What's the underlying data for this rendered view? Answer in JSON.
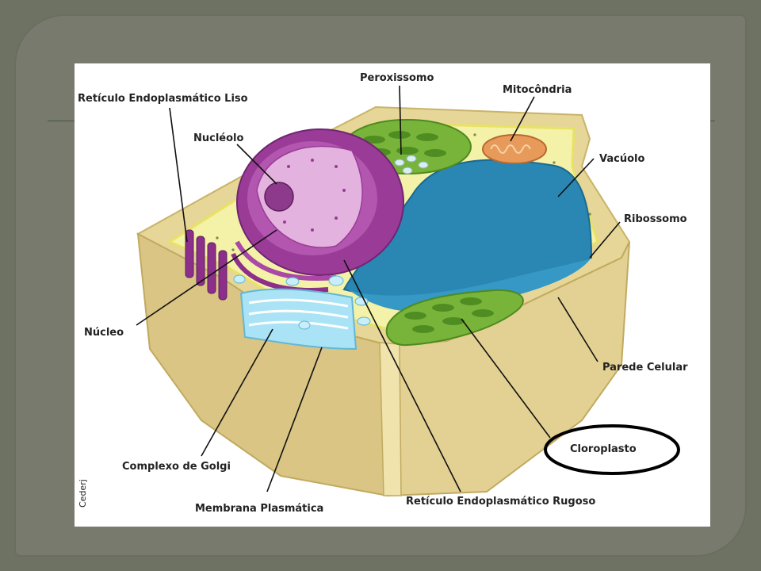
{
  "labels": {
    "reticulo_liso": "Retículo Endoplasmático Liso",
    "peroxissomo": "Peroxissomo",
    "mitocondria": "Mitocôndria",
    "nucleolo": "Nucléolo",
    "vacuolo": "Vacúolo",
    "ribossomo": "Ribossomo",
    "nucleo": "Núcleo",
    "parede_celular": "Parede Celular",
    "cloroplasto": "Cloroplasto",
    "complexo_golgi": "Complexo de Golgi",
    "membrana_plasmatica": "Membrana Plasmática",
    "reticulo_rugoso": "Retículo Endoplasmático Rugoso"
  },
  "credit": "Cederj",
  "colors": {
    "cell_wall": "#e0cf8e",
    "cytoplasm": "#f4f1a8",
    "vacuole": "#2a86b2",
    "chloroplast": "#79b43a",
    "nucleus": "#9b3b98",
    "golgi": "#a9e3f5",
    "mitochondria": "#e79a5a",
    "highlight_ellipse": "#000000"
  }
}
